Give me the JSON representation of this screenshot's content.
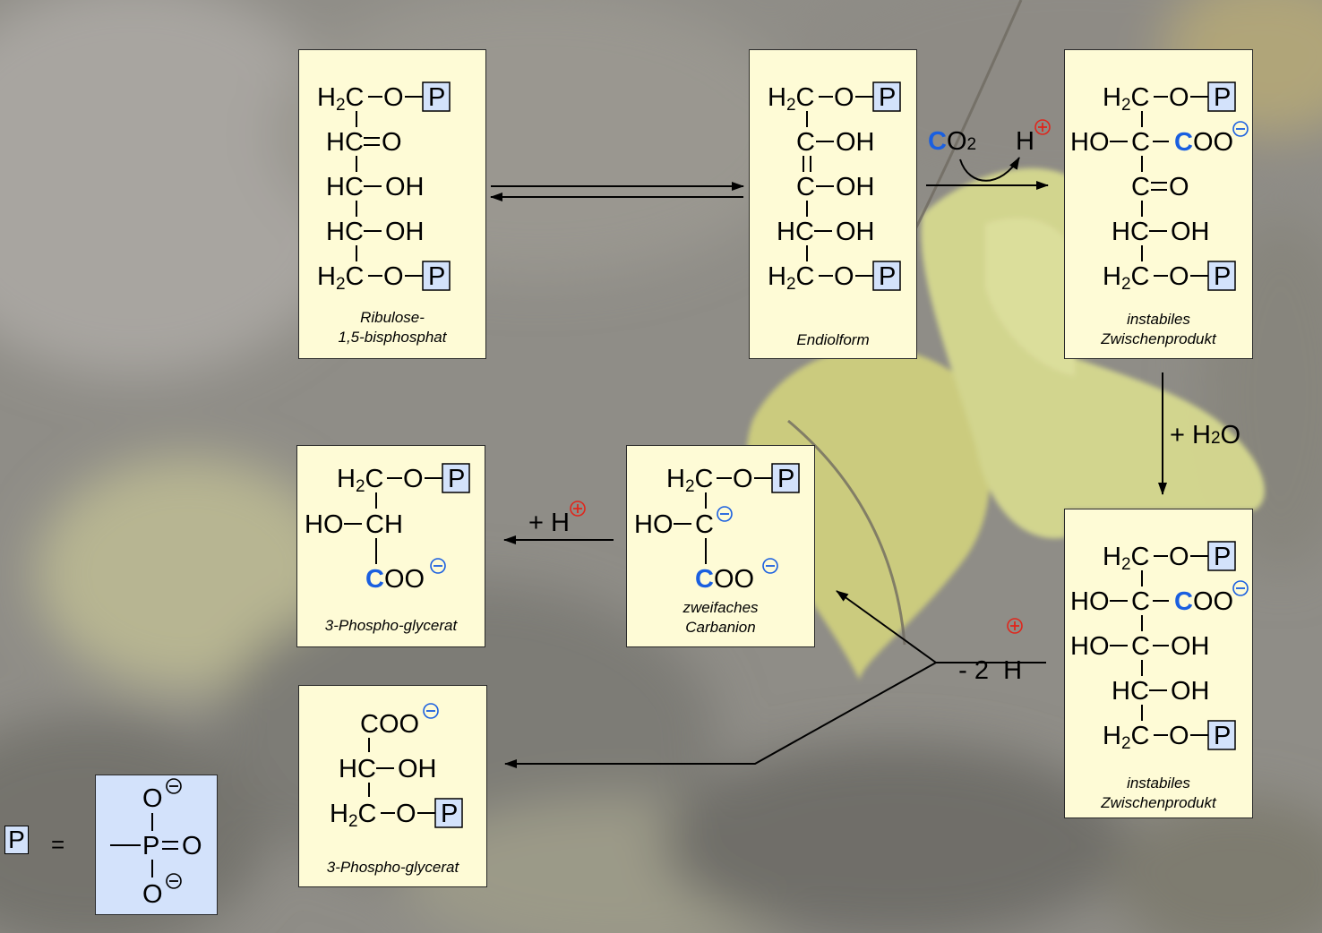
{
  "compounds": {
    "ribulose": {
      "caption": [
        "Ribulose-",
        "1,5-bisphosphat"
      ]
    },
    "endiol": {
      "caption": [
        "Endiolform"
      ]
    },
    "intermediate1": {
      "caption": [
        "instabiles",
        "Zwischenprodukt"
      ]
    },
    "intermediate2": {
      "caption": [
        "instabiles",
        "Zwischenprodukt"
      ]
    },
    "carbanion": {
      "caption": [
        "zweifaches",
        "Carbanion"
      ]
    },
    "pga_top": {
      "caption": [
        "3-Phospho-glycerat"
      ]
    },
    "pga_bottom": {
      "caption": [
        "3-Phospho-glycerat"
      ]
    }
  },
  "labels": {
    "co2_c": "C",
    "co2_o": "O",
    "co2_sub": "2",
    "h_plus": "H",
    "water": "+ H",
    "water_sub": "2",
    "water_o": "O",
    "plus_h": "+ H",
    "minus_2h": "- 2  H"
  },
  "legend": {
    "symbol": "P",
    "equals": "="
  },
  "colors": {
    "box_fill": "#fefbd6",
    "phosphate_fill": "#d3e2fb",
    "carbon_highlight": "#1a5fe0",
    "charge_red": "#e0261c",
    "charge_blue": "#1a5fe0"
  }
}
